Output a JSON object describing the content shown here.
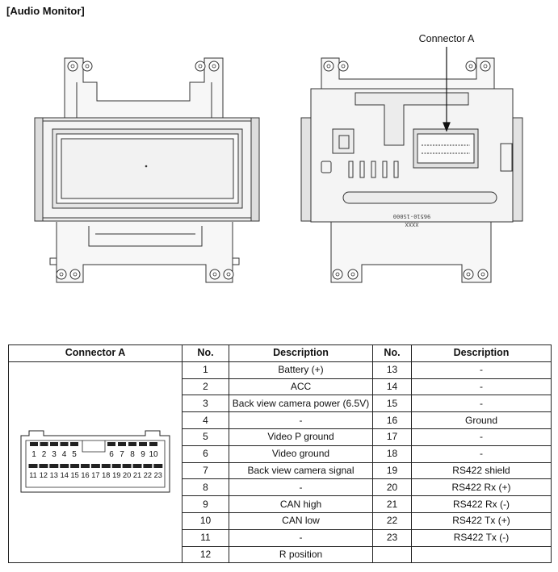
{
  "title": "[Audio Monitor]",
  "callout": "Connector A",
  "back_label_1": "96510-1S000",
  "back_label_2": "XXXX",
  "table": {
    "headers": [
      "Connector A",
      "No.",
      "Description",
      "No.",
      "Description"
    ],
    "rows": [
      {
        "no1": "1",
        "desc1": "Battery (+)",
        "no2": "13",
        "desc2": "-"
      },
      {
        "no1": "2",
        "desc1": "ACC",
        "no2": "14",
        "desc2": "-"
      },
      {
        "no1": "3",
        "desc1": "Back view camera power (6.5V)",
        "no2": "15",
        "desc2": "-"
      },
      {
        "no1": "4",
        "desc1": "-",
        "no2": "16",
        "desc2": "Ground"
      },
      {
        "no1": "5",
        "desc1": "Video P ground",
        "no2": "17",
        "desc2": "-"
      },
      {
        "no1": "6",
        "desc1": "Video ground",
        "no2": "18",
        "desc2": "-"
      },
      {
        "no1": "7",
        "desc1": "Back view camera signal",
        "no2": "19",
        "desc2": "RS422 shield"
      },
      {
        "no1": "8",
        "desc1": "-",
        "no2": "20",
        "desc2": "RS422 Rx (+)"
      },
      {
        "no1": "9",
        "desc1": "CAN high",
        "no2": "21",
        "desc2": "RS422 Rx (-)"
      },
      {
        "no1": "10",
        "desc1": "CAN low",
        "no2": "22",
        "desc2": "RS422 Tx (+)"
      },
      {
        "no1": "11",
        "desc1": "-",
        "no2": "23",
        "desc2": "RS422 Tx (-)"
      },
      {
        "no1": "12",
        "desc1": "R position",
        "no2": "",
        "desc2": ""
      }
    ]
  },
  "connector": {
    "top_row": [
      "1",
      "2",
      "3",
      "4",
      "5",
      "6",
      "7",
      "8",
      "9",
      "10"
    ],
    "bottom_row": [
      "11",
      "12",
      "13",
      "14",
      "15",
      "16",
      "17",
      "18",
      "19",
      "20",
      "21",
      "22",
      "23"
    ]
  }
}
